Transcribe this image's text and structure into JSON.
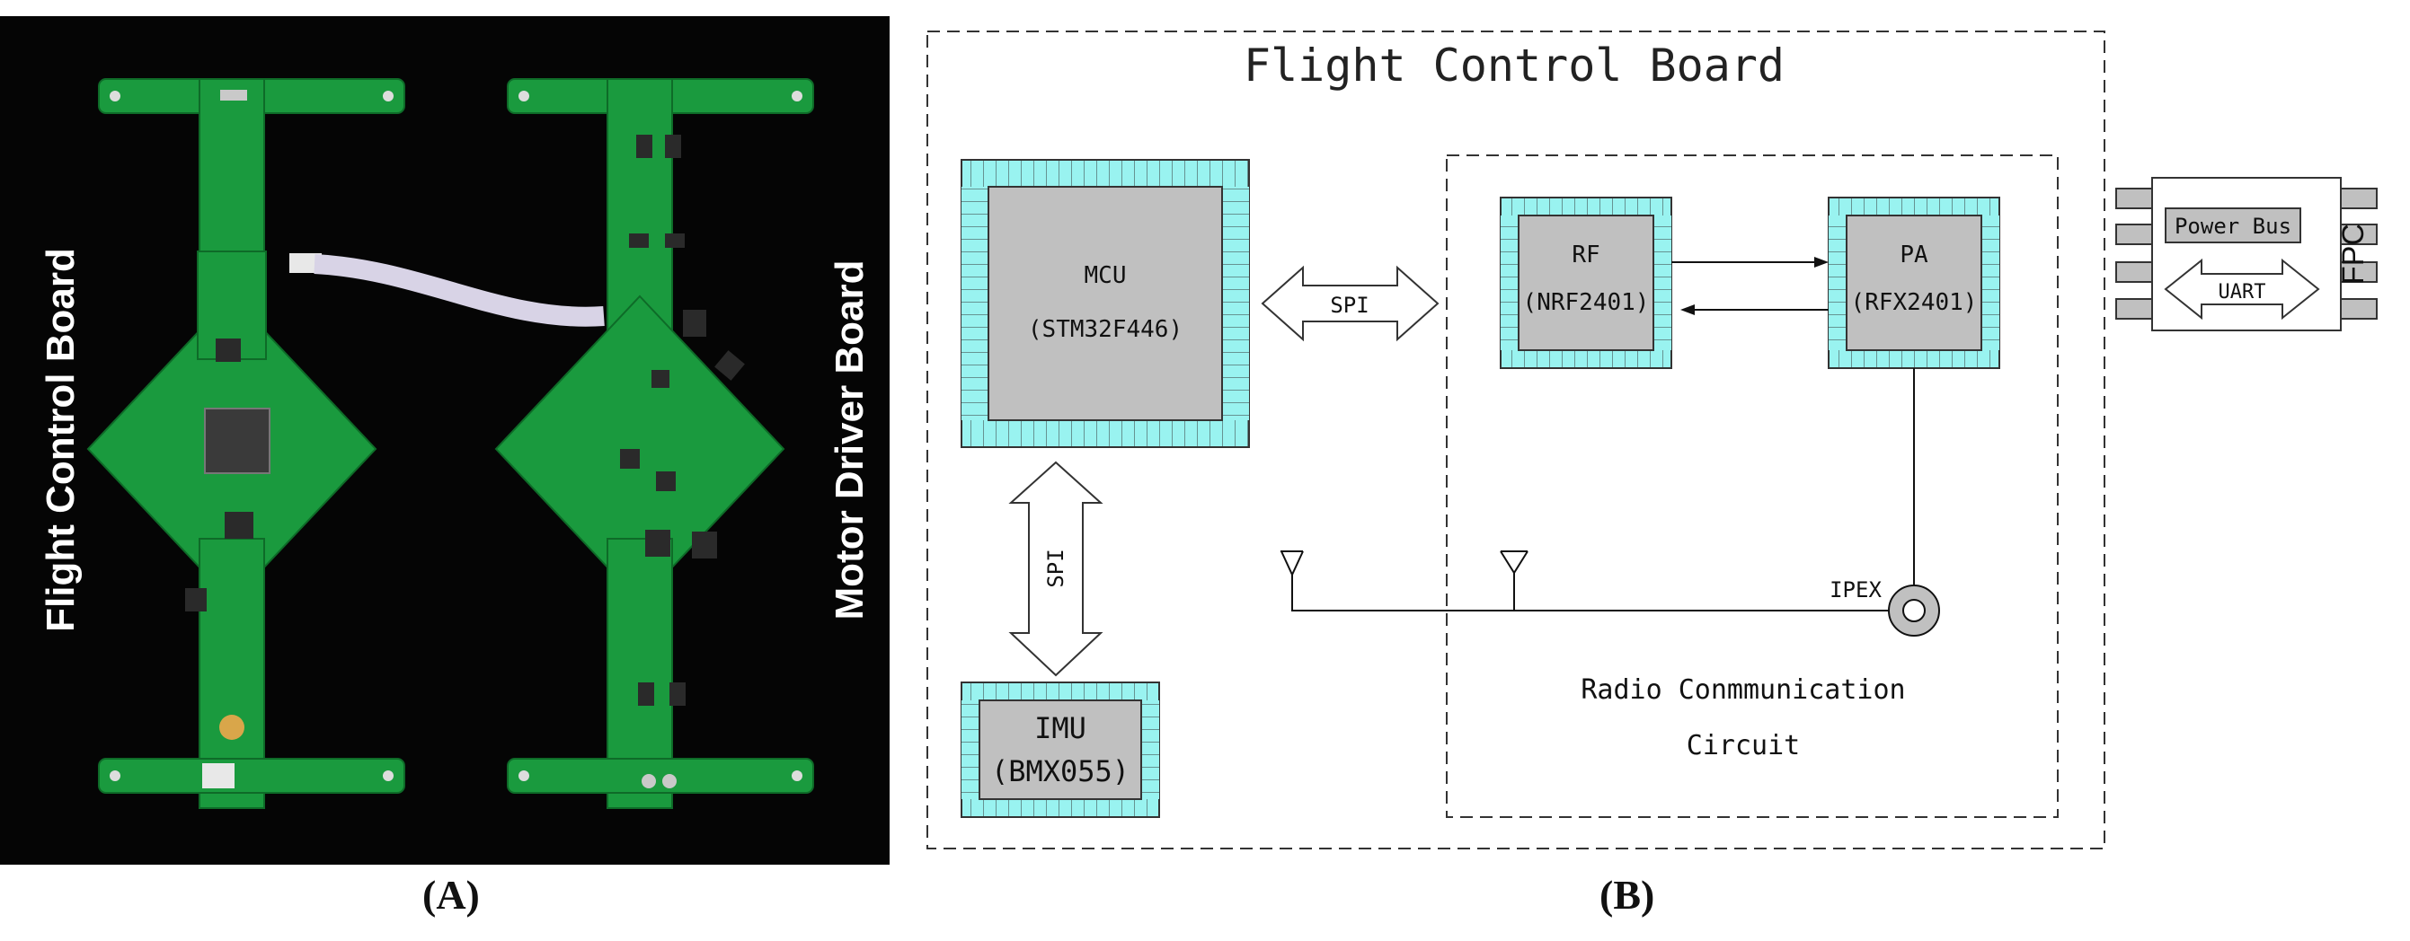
{
  "figure": {
    "panel_a_label": "(A)",
    "panel_b_label": "(B)"
  },
  "photo": {
    "left_board_label": "Flight Control Board",
    "right_board_label": "Motor Driver Board",
    "board_color": "#1a9a3e",
    "background_color": "#050505"
  },
  "diagram": {
    "outer_title": "Flight Control Board",
    "mcu": {
      "name": "MCU",
      "part": "(STM32F446)"
    },
    "imu": {
      "name": "IMU",
      "part": "(BMX055)"
    },
    "rf": {
      "name": "RF",
      "part": "(NRF2401)"
    },
    "pa": {
      "name": "PA",
      "part": "(RFX2401)"
    },
    "spi_horizontal": "SPI",
    "spi_vertical": "SPI",
    "ipex_label": "IPEX",
    "radio_circuit_line1": "Radio Conmmunication",
    "radio_circuit_line2": "Circuit",
    "fpc": {
      "power_bus": "Power Bus",
      "uart": "UART",
      "label": "FPC"
    },
    "chip_pin_color": "#99f3f0",
    "chip_body_color": "#c0c0c0"
  }
}
